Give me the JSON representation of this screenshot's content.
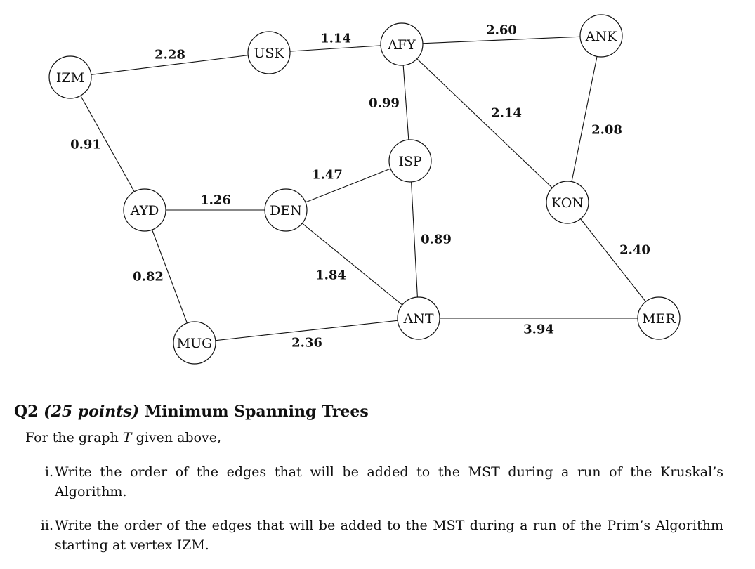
{
  "graph": {
    "nodes": [
      {
        "id": "IZM",
        "label": "IZM"
      },
      {
        "id": "USK",
        "label": "USK"
      },
      {
        "id": "AFY",
        "label": "AFY"
      },
      {
        "id": "ANK",
        "label": "ANK"
      },
      {
        "id": "ISP",
        "label": "ISP"
      },
      {
        "id": "AYD",
        "label": "AYD"
      },
      {
        "id": "DEN",
        "label": "DEN"
      },
      {
        "id": "KON",
        "label": "KON"
      },
      {
        "id": "ANT",
        "label": "ANT"
      },
      {
        "id": "MUG",
        "label": "MUG"
      },
      {
        "id": "MER",
        "label": "MER"
      }
    ],
    "edges": [
      {
        "from": "IZM",
        "to": "USK",
        "weight": "2.28"
      },
      {
        "from": "USK",
        "to": "AFY",
        "weight": "1.14"
      },
      {
        "from": "AFY",
        "to": "ANK",
        "weight": "2.60"
      },
      {
        "from": "AFY",
        "to": "ISP",
        "weight": "0.99"
      },
      {
        "from": "AFY",
        "to": "KON",
        "weight": "2.14"
      },
      {
        "from": "ANK",
        "to": "KON",
        "weight": "2.08"
      },
      {
        "from": "IZM",
        "to": "AYD",
        "weight": "0.91"
      },
      {
        "from": "ISP",
        "to": "DEN",
        "weight": "1.47"
      },
      {
        "from": "AYD",
        "to": "DEN",
        "weight": "1.26"
      },
      {
        "from": "ISP",
        "to": "ANT",
        "weight": "0.89"
      },
      {
        "from": "KON",
        "to": "MER",
        "weight": "2.40"
      },
      {
        "from": "AYD",
        "to": "MUG",
        "weight": "0.82"
      },
      {
        "from": "DEN",
        "to": "ANT",
        "weight": "1.84"
      },
      {
        "from": "ANT",
        "to": "MER",
        "weight": "3.94"
      },
      {
        "from": "MUG",
        "to": "ANT",
        "weight": "2.36"
      }
    ]
  },
  "question": {
    "number": "Q2",
    "points": "(25 points)",
    "title": "Minimum Spanning Trees",
    "intro_before": "For the graph",
    "graph_symbol": "T",
    "intro_after": "given above,",
    "items": [
      {
        "numeral": "i.",
        "text": "Write the order of the edges that will be added to the MST during a run of the Kruskal’s Algorithm."
      },
      {
        "numeral": "ii.",
        "text": "Write the order of the edges that will be added to the MST during a run of the Prim’s Algorithm starting at vertex IZM."
      }
    ]
  }
}
